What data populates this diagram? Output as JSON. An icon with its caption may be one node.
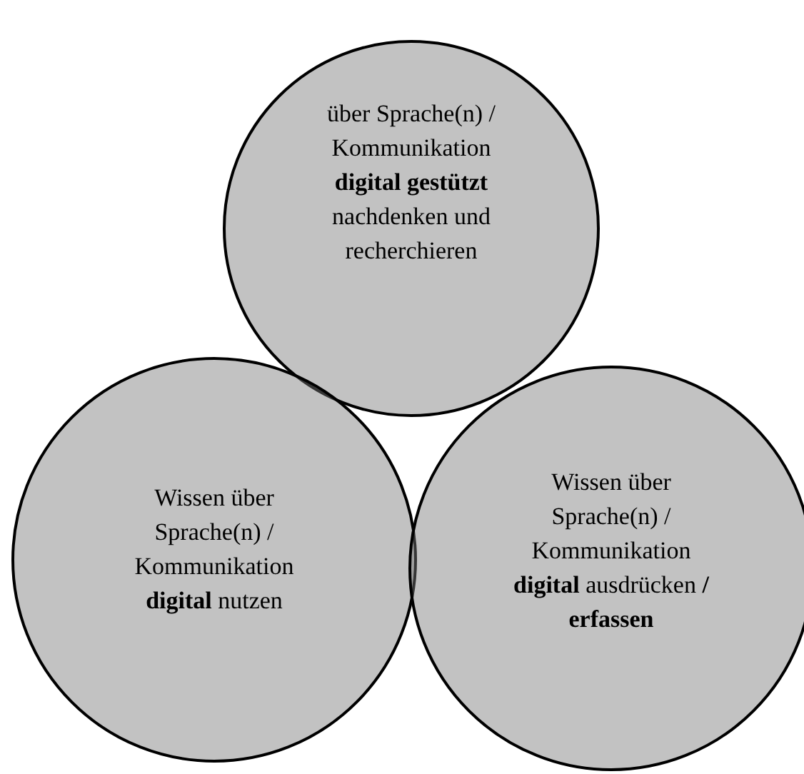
{
  "diagram": {
    "nodes": [
      {
        "text": [
          "über Sprache(n) / Kommunikation **digital gestützt** nachdenken und recherchieren"
        ]
      },
      {
        "text": [
          "Wissen über Sprache(n) / Kommunikation **digital** nutzen"
        ]
      },
      {
        "text": [
          "Wissen über Sprache(n) / Kommunikation **digital** ausdrücken **/ erfassen**"
        ]
      }
    ],
    "edges": []
  }
}
